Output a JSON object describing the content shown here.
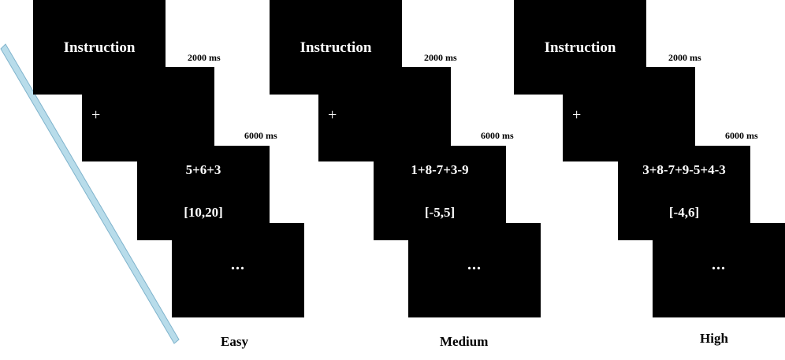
{
  "colors": {
    "screen": "#000000",
    "screen_text": "#ffffff",
    "arrow": "#b8dcea",
    "arrow_edge": "#7fb3cc"
  },
  "conditions": [
    {
      "name": "Easy",
      "instruction": "Instruction",
      "fixation": "+",
      "instruction_duration": "2000 ms",
      "fixation_duration": "6000 ms",
      "equation": "5+6+3",
      "range": "[10,20]",
      "continuation": "..."
    },
    {
      "name": "Medium",
      "instruction": "Instruction",
      "fixation": "+",
      "instruction_duration": "2000 ms",
      "fixation_duration": "6000 ms",
      "equation": "1+8-7+3-9",
      "range": "[-5,5]",
      "continuation": "..."
    },
    {
      "name": "High",
      "instruction": "Instruction",
      "fixation": "+",
      "instruction_duration": "2000 ms",
      "fixation_duration": "6000 ms",
      "equation": "3+8-7+9-5+4-3",
      "range": "[-4,6]",
      "continuation": "..."
    }
  ]
}
